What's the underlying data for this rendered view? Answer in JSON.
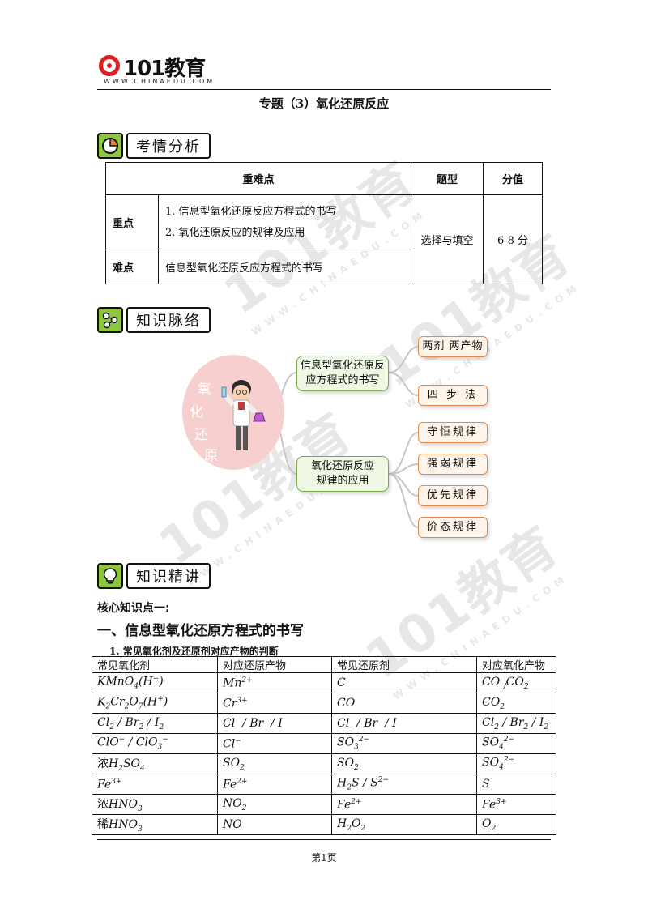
{
  "header": {
    "logo_text": "101教育",
    "logo_url": "WWW.CHINAEDU.COM"
  },
  "title": "专题（3）氧化还原反应",
  "sections": {
    "analysis": "考情分析",
    "knowledge_map": "知识脉络",
    "knowledge_detail": "知识精讲"
  },
  "analysis_table": {
    "headers": [
      "重难点",
      "题型",
      "分值"
    ],
    "rows": [
      {
        "label": "重点",
        "items": [
          "1. 信息型氧化还原反应方程式的书写",
          "2. 氧化还原反应的规律及应用"
        ]
      },
      {
        "label": "难点",
        "items": [
          "信息型氧化还原反应方程式的书写"
        ]
      }
    ],
    "type": "选择与填空",
    "score": "6-8 分"
  },
  "mindmap": {
    "center_chars": [
      "氧",
      "化",
      "还",
      "原"
    ],
    "branch1": "信息型氧化还原反应方程式的书写",
    "branch1_lines": [
      "信息型氧化还原反",
      "应方程式的书写"
    ],
    "branch1_leaves": [
      "两剂 两产物",
      "四 步 法"
    ],
    "branch2_lines": [
      "氧化还原反应",
      "规律的应用"
    ],
    "branch2_leaves": [
      "守恒规律",
      "强弱规律",
      "优先规律",
      "价态规律"
    ]
  },
  "content": {
    "core_point": "核心知识点一:",
    "heading1": "一、信息型氧化还原方程式的书写",
    "heading2": "1. 常见氧化剂及还原剂对应产物的判断"
  },
  "redox_table": {
    "headers": [
      "常见氧化剂",
      "对应还原产物",
      "常见还原剂",
      "对应氧化产物"
    ]
  },
  "footer": {
    "page": "第1页"
  }
}
